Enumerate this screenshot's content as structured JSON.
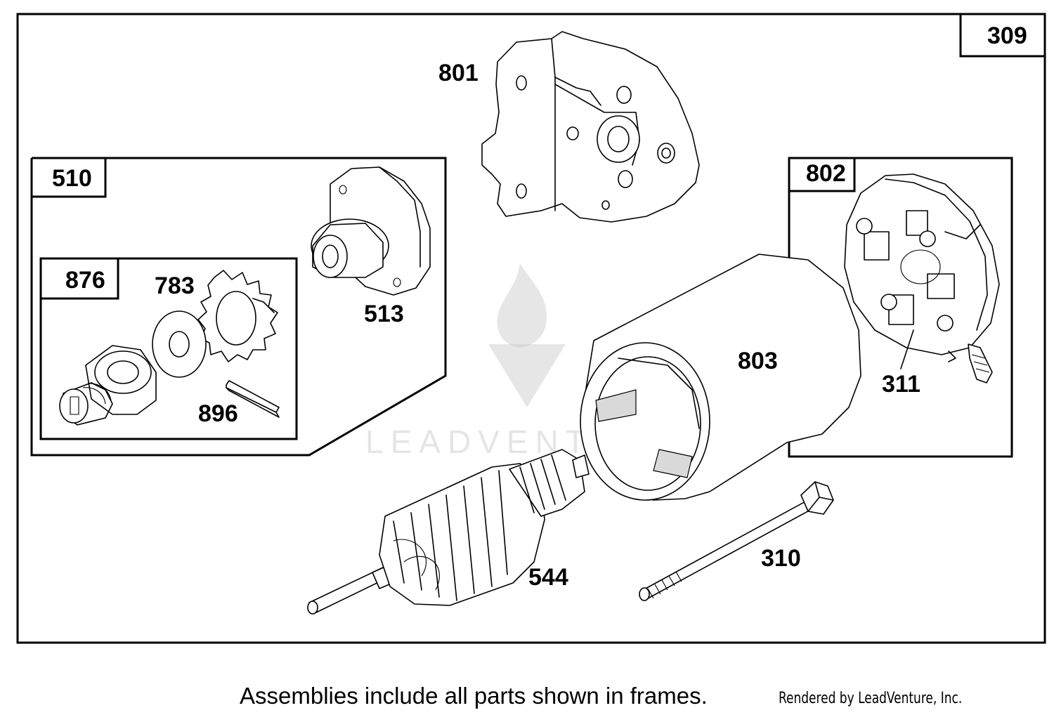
{
  "diagram": {
    "part_labels": {
      "p309": "309",
      "p801": "801",
      "p510": "510",
      "p513": "513",
      "p876": "876",
      "p783": "783",
      "p896": "896",
      "p802": "802",
      "p311": "311",
      "p803": "803",
      "p544": "544",
      "p310": "310"
    }
  },
  "footer": {
    "note": "Assemblies include all parts shown in frames.",
    "credit": "Rendered by LeadVenture, Inc."
  },
  "watermark": {
    "text": "LEADVENTURE"
  }
}
